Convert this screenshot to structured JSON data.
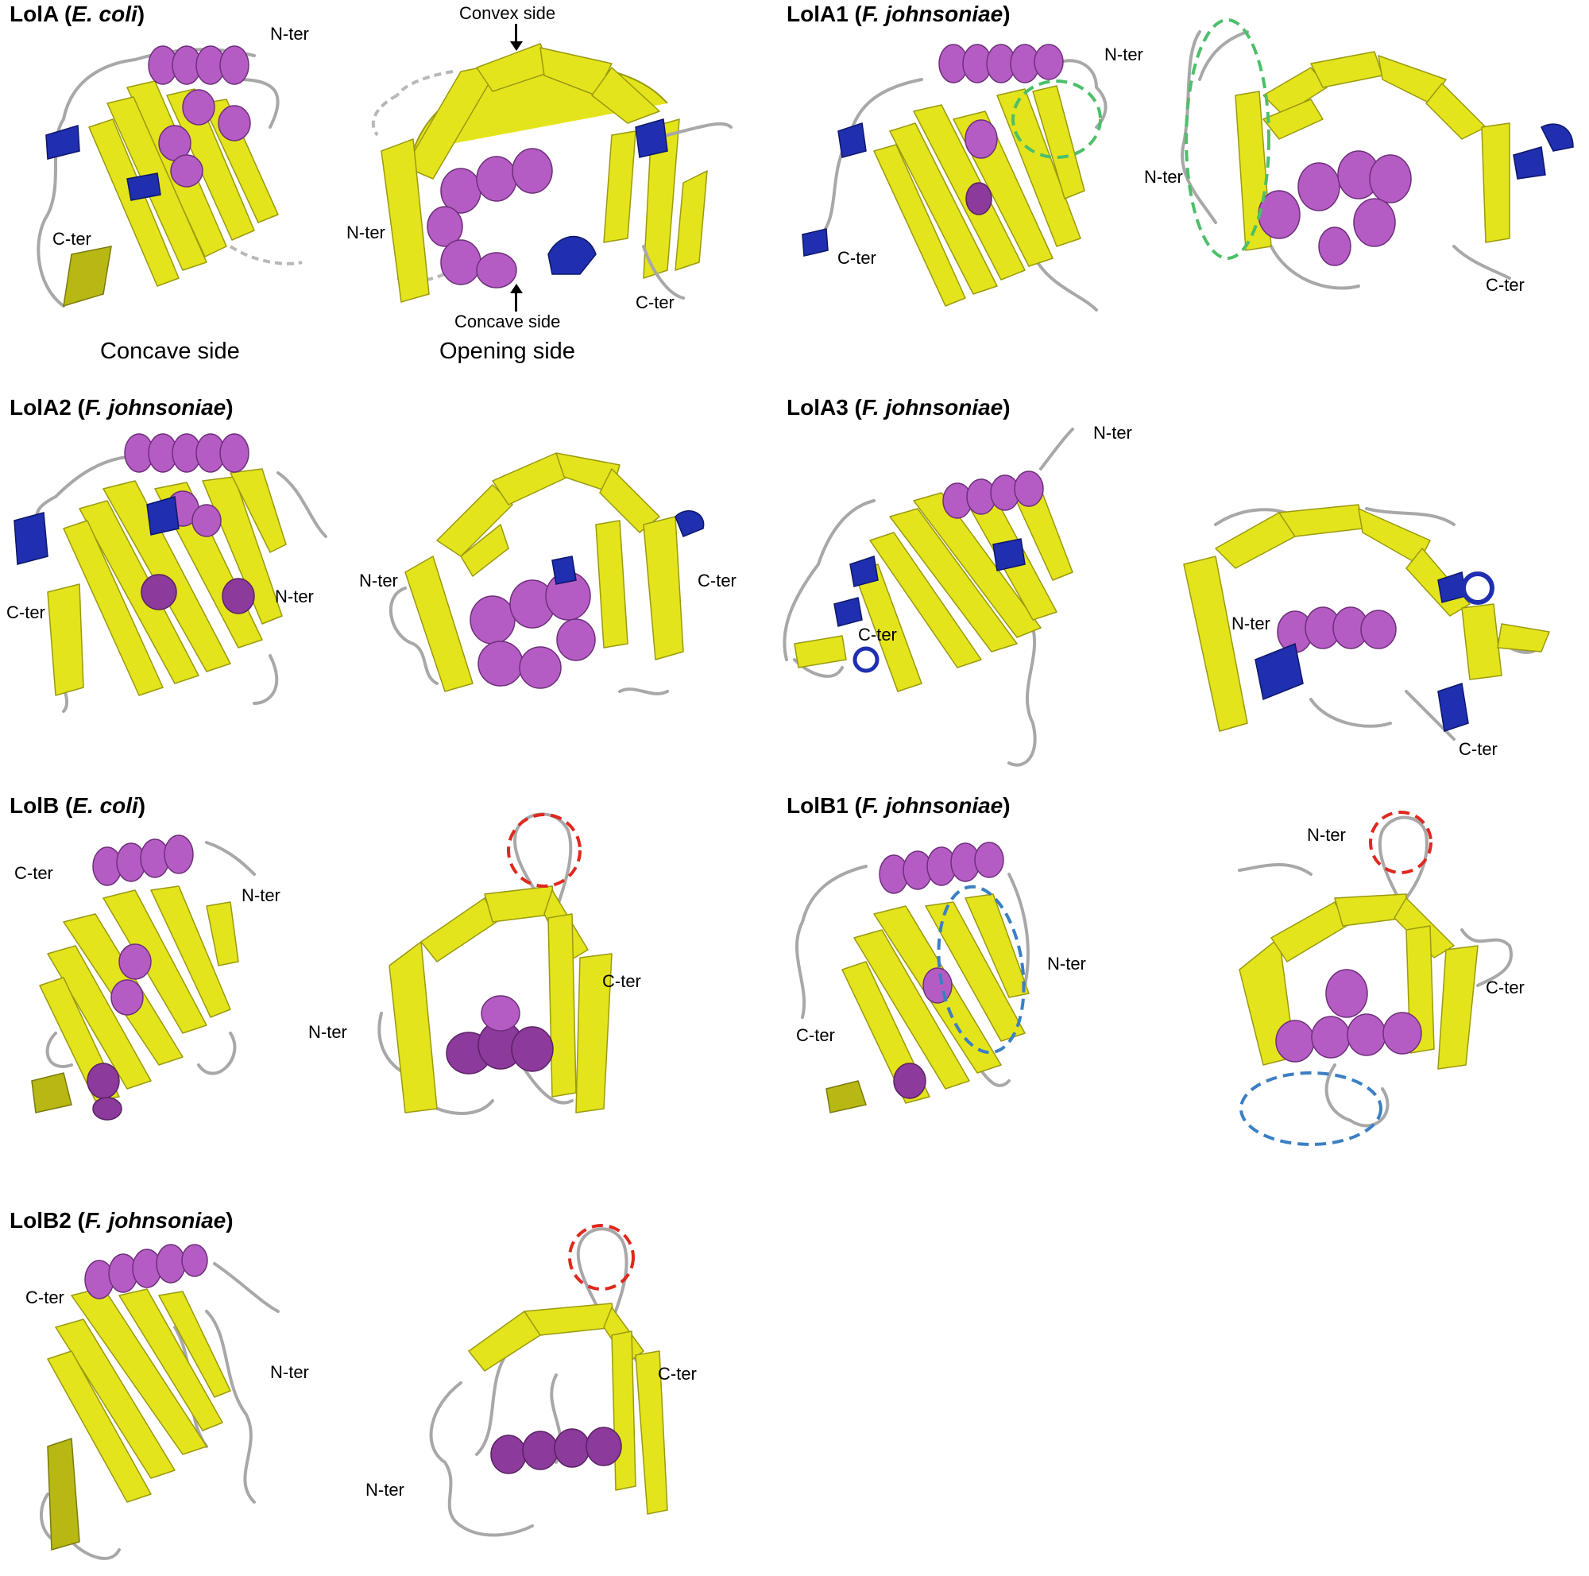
{
  "panels": [
    {
      "name": "LolA",
      "species": "E. coli"
    },
    {
      "name": "LolA1",
      "species": "F. johnsoniae"
    },
    {
      "name": "LolA2",
      "species": "F. johnsoniae"
    },
    {
      "name": "LolA3",
      "species": "F. johnsoniae"
    },
    {
      "name": "LolB",
      "species": "E. coli"
    },
    {
      "name": "LolB1",
      "species": "F. johnsoniae"
    },
    {
      "name": "LolB2",
      "species": "F. johnsoniae"
    }
  ],
  "labels": {
    "n_ter": "N-ter",
    "c_ter": "C-ter",
    "convex_side": "Convex side",
    "concave_side": "Concave side",
    "caption_concave": "Concave side",
    "caption_opening": "Opening side"
  },
  "colors": {
    "beta_sheet": "#e4e41c",
    "alpha_helix": "#b55cc4",
    "helix_turn": "#1f2fb0",
    "coil": "#a8a8a8",
    "highlight_green": "#4cbf6a",
    "highlight_red": "#e0281e",
    "highlight_blue": "#3b7fc4"
  }
}
